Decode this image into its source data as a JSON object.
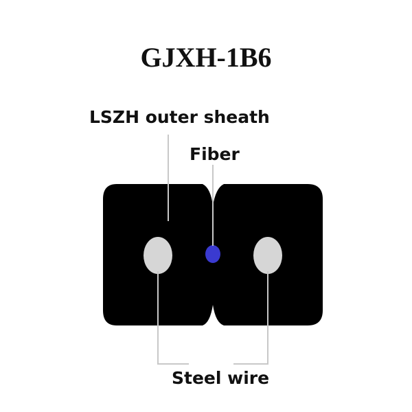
{
  "diagram": {
    "title": "GJXH-1B6",
    "labels": {
      "outer_sheath": "LSZH outer sheath",
      "fiber": "Fiber",
      "steel_wire": "Steel wire"
    }
  },
  "colors": {
    "sheath": "#000000",
    "fiber": "#3a3ad0",
    "steel_wire": "#d6d6d6",
    "leader_line": "#c8c8c8",
    "text": "#111111",
    "background": "#ffffff"
  }
}
